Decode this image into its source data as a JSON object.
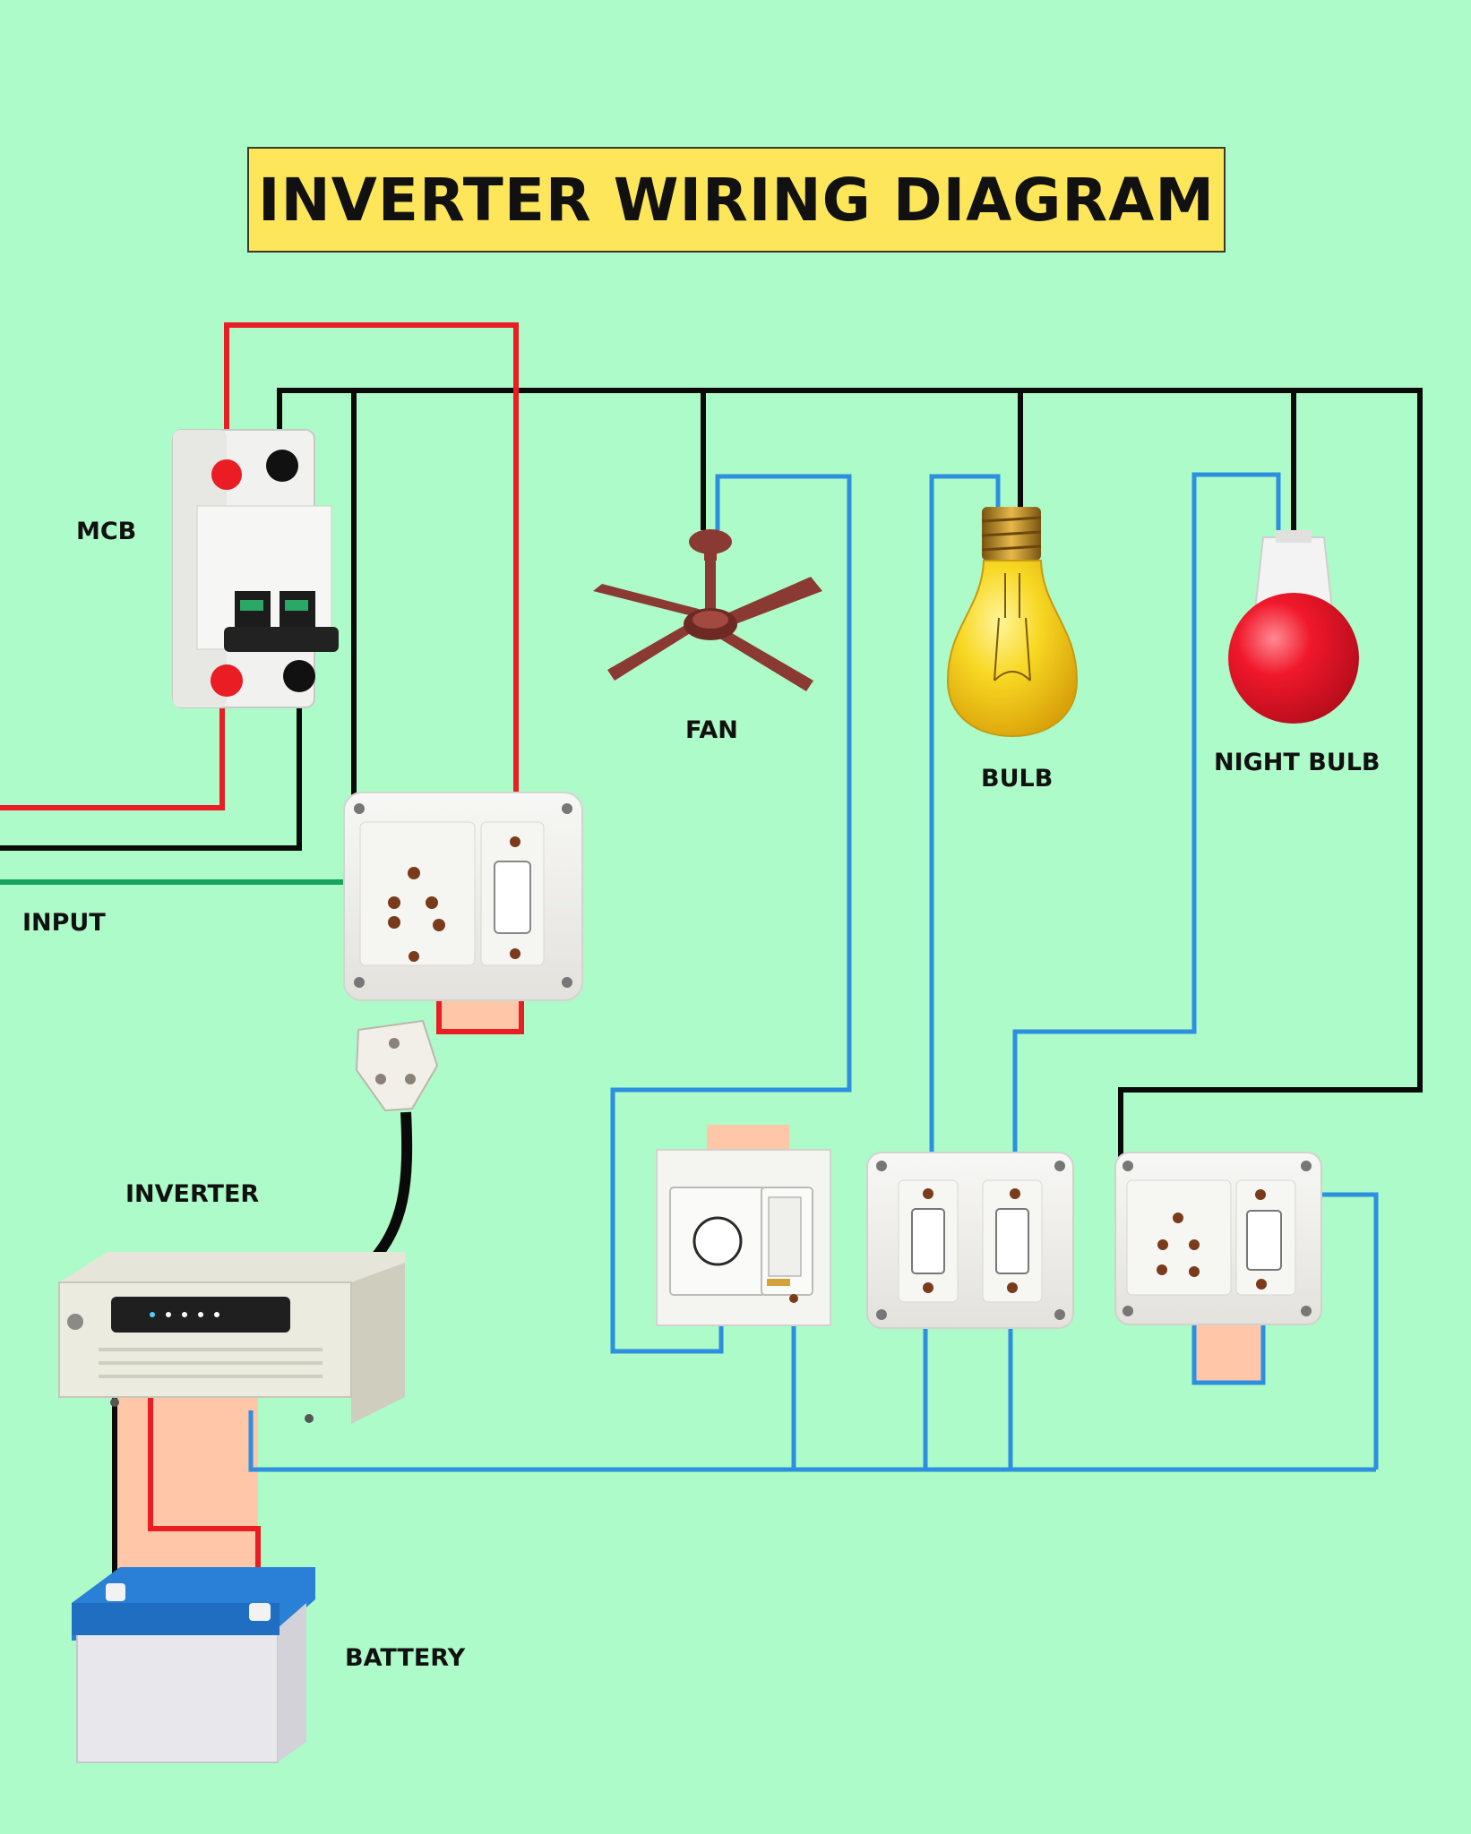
{
  "title": "INVERTER WIRING DIAGRAM",
  "labels": {
    "mcb": "MCB",
    "input": "INPUT",
    "fan": "FAN",
    "bulb": "BULB",
    "night_bulb": "NIGHT BULB",
    "inverter": "INVERTER",
    "battery": "BATTERY"
  },
  "colors": {
    "background": "#adfbc8",
    "title_box": "#fee65a",
    "live_wire": "#ea1c24",
    "neutral_wire": "#0a0a0a",
    "earth_wire": "#17a35a",
    "output_wire": "#2c8fe0",
    "link_wire": "#ffc7a8",
    "fan": "#8a3a32",
    "bulb": "#f6d021",
    "night_bulb": "#ee1e2e"
  }
}
